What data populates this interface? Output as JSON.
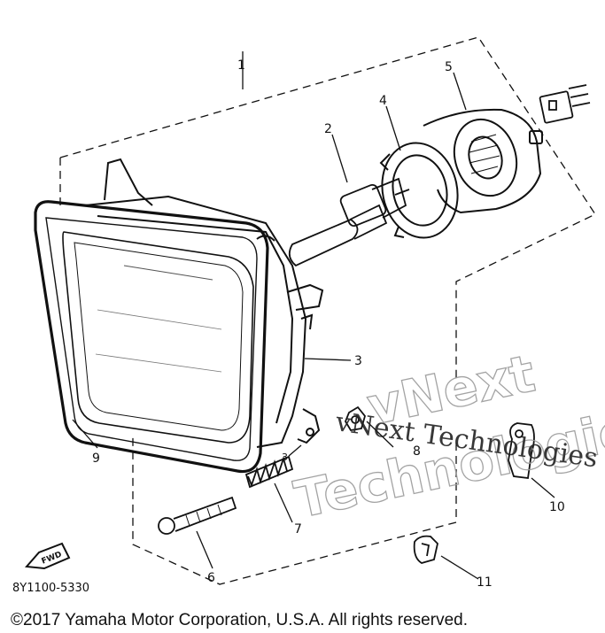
{
  "callouts": [
    "1",
    "2",
    "3",
    "4",
    "5",
    "6",
    "7",
    "8",
    "9",
    "10",
    "11",
    "3"
  ],
  "diagram_code": "8Y1100-5330",
  "fwd_label": "FWD",
  "copyright": "©2017 Yamaha Motor Corporation, U.S.A. All rights reserved.",
  "watermark": {
    "text": "vNext Technologies",
    "outline_line1": "vNext",
    "outline_line2": "Technologies"
  }
}
